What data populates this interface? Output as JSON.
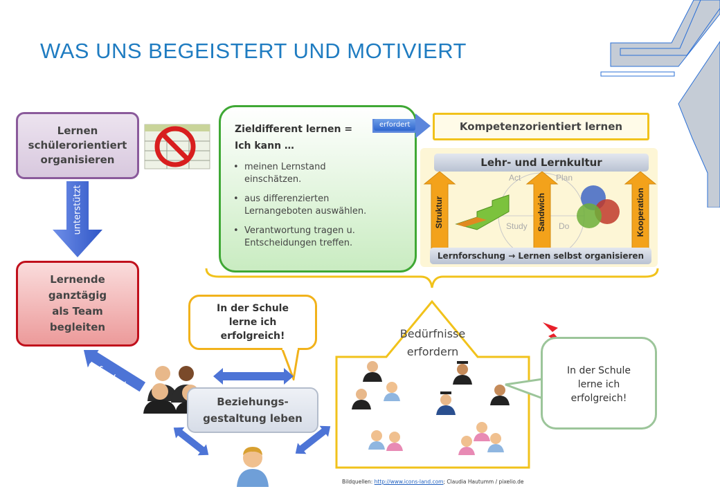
{
  "title": "WAS UNS BEGEISTERT UND MOTIVIERT",
  "boxes": {
    "lernen_schuelerorientiert": [
      "Lernen",
      "schülerorientiert",
      "organisieren"
    ],
    "lernende_team": [
      "Lernende",
      "ganztägig",
      "als Team",
      "begleiten"
    ],
    "kompetenzorientiert": "Kompetenzorientiert lernen",
    "beziehungsgestaltung": [
      "Beziehungs-",
      "gestaltung leben"
    ]
  },
  "zieldifferent": {
    "heading": [
      "Zieldifferent lernen =",
      "Ich kann …"
    ],
    "items": [
      "meinen Lernstand einschätzen.",
      "aus differenzierten Lernangeboten auswählen.",
      "Verantwortung tragen u. Entscheidungen treffen."
    ]
  },
  "arrows": {
    "unterstuetzt": "unterstützt",
    "erfordert_top": "erfordert",
    "erfordert_diag": "erfordert"
  },
  "lernkultur": {
    "title": "Lehr- und Lernkultur",
    "pillars": [
      "Struktur",
      "Sandwich",
      "Kooperation"
    ],
    "cycle": [
      "Act",
      "Plan",
      "Study",
      "Do"
    ],
    "bottom": "Lernforschung → Lernen selbst organisieren"
  },
  "bubbles": {
    "yellow": [
      "In der Schule",
      "lerne ich",
      "erfolgreich!"
    ],
    "green": [
      "In der Schule",
      "lerne ich",
      "erfolgreich!"
    ]
  },
  "house": {
    "label": [
      "Bedürfnisse",
      "erfordern"
    ]
  },
  "caption": {
    "prefix": "Bildquellen: ",
    "link": "http://www.icons-land.com",
    "suffix": "; Claudia Hautumm / pixelio.de"
  },
  "colors": {
    "title": "#1f7cc1",
    "accent_blue": "#3a67c9",
    "purple_border": "#8a5a9b",
    "red_border": "#c0101c",
    "green_border": "#3fa835",
    "yellow_border": "#f1c21b",
    "lightning": "#e8202a"
  },
  "icons": [
    "no-sign-icon",
    "people-icon",
    "user-icon",
    "lightning-icon",
    "logo-icon"
  ]
}
